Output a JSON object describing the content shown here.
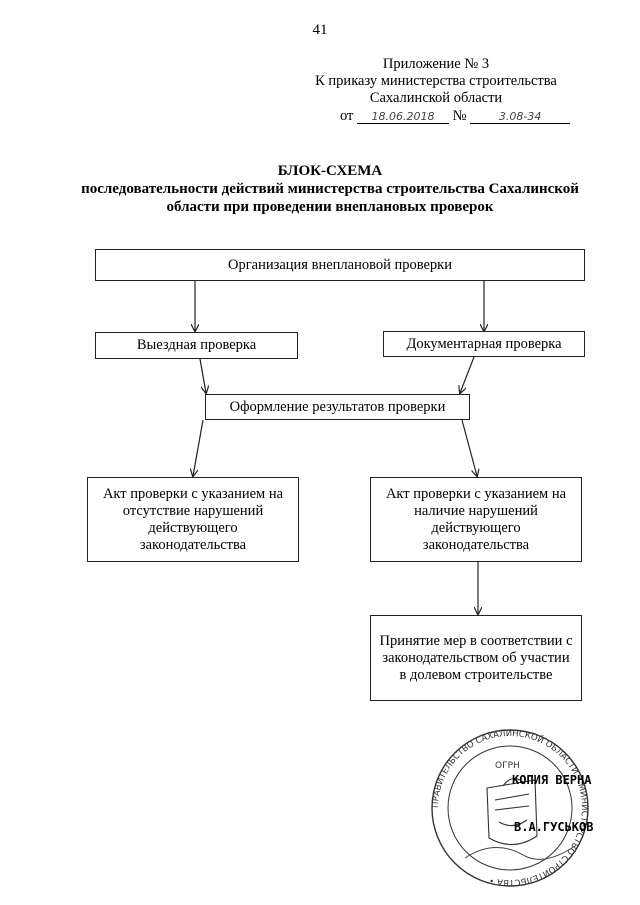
{
  "page_number": "41",
  "header": {
    "line1": "Приложение № 3",
    "line2": "К приказу министерства строительства",
    "line3": "Сахалинской области",
    "date_prefix": "от",
    "date_value": "18.06.2018",
    "number_sign": "№",
    "number_value": "3.08-34"
  },
  "title": {
    "main": "БЛОК-СХЕМА",
    "sub1": "последовательности действий министерства строительства Сахалинской",
    "sub2": "области при проведении внеплановых проверок"
  },
  "flowchart": {
    "start": "Организация внеплановой проверки",
    "onsite": "Выездная проверка",
    "documentary": "Документарная проверка",
    "results": "Оформление результатов проверки",
    "act_no_violations": "Акт проверки с указанием на отсутствие нарушений действующего законодательства",
    "act_violations": "Акт проверки с указанием на наличие нарушений действующего законодательства",
    "measures": "Принятие мер в соответствии с законодательством об участии в долевом строительстве"
  },
  "certification": {
    "copy_label": "КОПИЯ ВЕРНА",
    "signer": "В.А.ГУСЬКОВ"
  },
  "stamp": {
    "ring_text": "ПРАВИТЕЛЬСТВО САХАЛИНСКОЙ ОБЛАСТИ • МИНИСТЕРСТВО СТРОИТЕЛЬСТВА •",
    "inner_text": "ОГРН"
  }
}
